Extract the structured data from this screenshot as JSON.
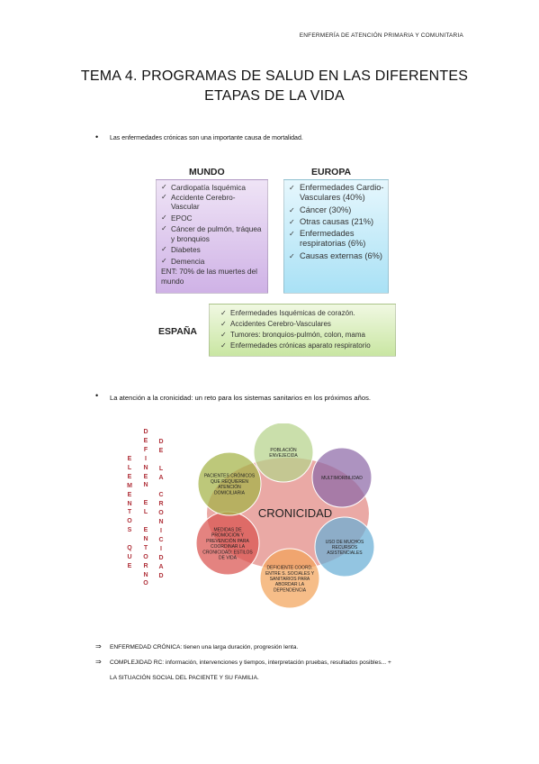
{
  "header": {
    "course": "ENFERMERÍA DE ATENCIÓN PRIMARIA Y COMUNITARIA"
  },
  "title": {
    "line1": "TEMA 4. PROGRAMAS DE SALUD EN LAS DIFERENTES",
    "line2": "ETAPAS DE LA VIDA"
  },
  "bullets": [
    "Las enfermedades crónicas son una importante causa de mortalidad.",
    "La atención a la cronicidad: un reto para los sistemas sanitarios en los próximos años."
  ],
  "mundo": {
    "title": "MUNDO",
    "items": [
      "Cardiopatía Isquémica",
      "Accidente Cerebro-Vascular",
      "EPOC",
      "Cáncer de pulmón, tráquea y bronquios",
      "Diabetes",
      "Demencia"
    ],
    "note": "ENT: 70% de las muertes del mundo"
  },
  "europa": {
    "title": "EUROPA",
    "items": [
      "Enfermedades Cardio-Vasculares (40%)",
      "Cáncer (30%)",
      "Otras causas (21%)",
      "Enfermedades respiratorias (6%)",
      "Causas externas (6%)"
    ]
  },
  "espana": {
    "title": "ESPAÑA",
    "items": [
      "Enfermedades Isquémicas de corazón.",
      "Accidentes Cerebro-Vasculares",
      "Tumores: bronquios-pulmón, colon, mama",
      "Enfermedades crónicas aparato respiratorio"
    ]
  },
  "side_text": {
    "col1": "ELEMENTOS QUE",
    "col2": "DEFINEN EL ENTORNO",
    "col3": "DE LA CRONICIDAD"
  },
  "diagram": {
    "center": "CRONICIDAD",
    "nodes": [
      {
        "id": "poblacion",
        "lines": [
          "POBLACIÓN",
          "ENVEJECIDA"
        ],
        "color": "#b5d38a"
      },
      {
        "id": "multimorbilidad",
        "lines": [
          "MULTIMORBILIDAD"
        ],
        "color": "#8e6aa8"
      },
      {
        "id": "recursos",
        "lines": [
          "USO DE MUCHOS",
          "RECURSOS",
          "ASISTENCIALES"
        ],
        "color": "#6aaed6"
      },
      {
        "id": "coordinacion",
        "lines": [
          "DEFICIENTE COORD.",
          "ENTRE S. SOCIALES Y",
          "SANITARIOS PARA",
          "ABORDAR LA",
          "DEPENDENCIA"
        ],
        "color": "#f3a45a"
      },
      {
        "id": "promocion",
        "lines": [
          "MEDIDAS DE",
          "PROMOCIÓN Y",
          "PREVENCIÓN PARA",
          "COORDINAR LA",
          "CRONICIDAD: ESTILOS",
          "DE VIDA"
        ],
        "color": "#d9534f"
      },
      {
        "id": "pacientes",
        "lines": [
          "PACIENTES CRÓNICOS",
          "QUE REQUIEREN",
          "ATENCIÓN",
          "DOMICILIARIA"
        ],
        "color": "#a3b347"
      }
    ],
    "center_color": "#e8a09b"
  },
  "footer": [
    "ENFERMEDAD CRÓNICA: tienen una larga duración, progresión lenta.",
    "COMPLEJIDAD RC: información, intervenciones y tiempos, interpretación pruebas, resultados posibles... +",
    "LA SITUACIÓN SOCIAL DEL PACIENTE Y SU FAMILIA."
  ],
  "footer_arrow": "⇒"
}
